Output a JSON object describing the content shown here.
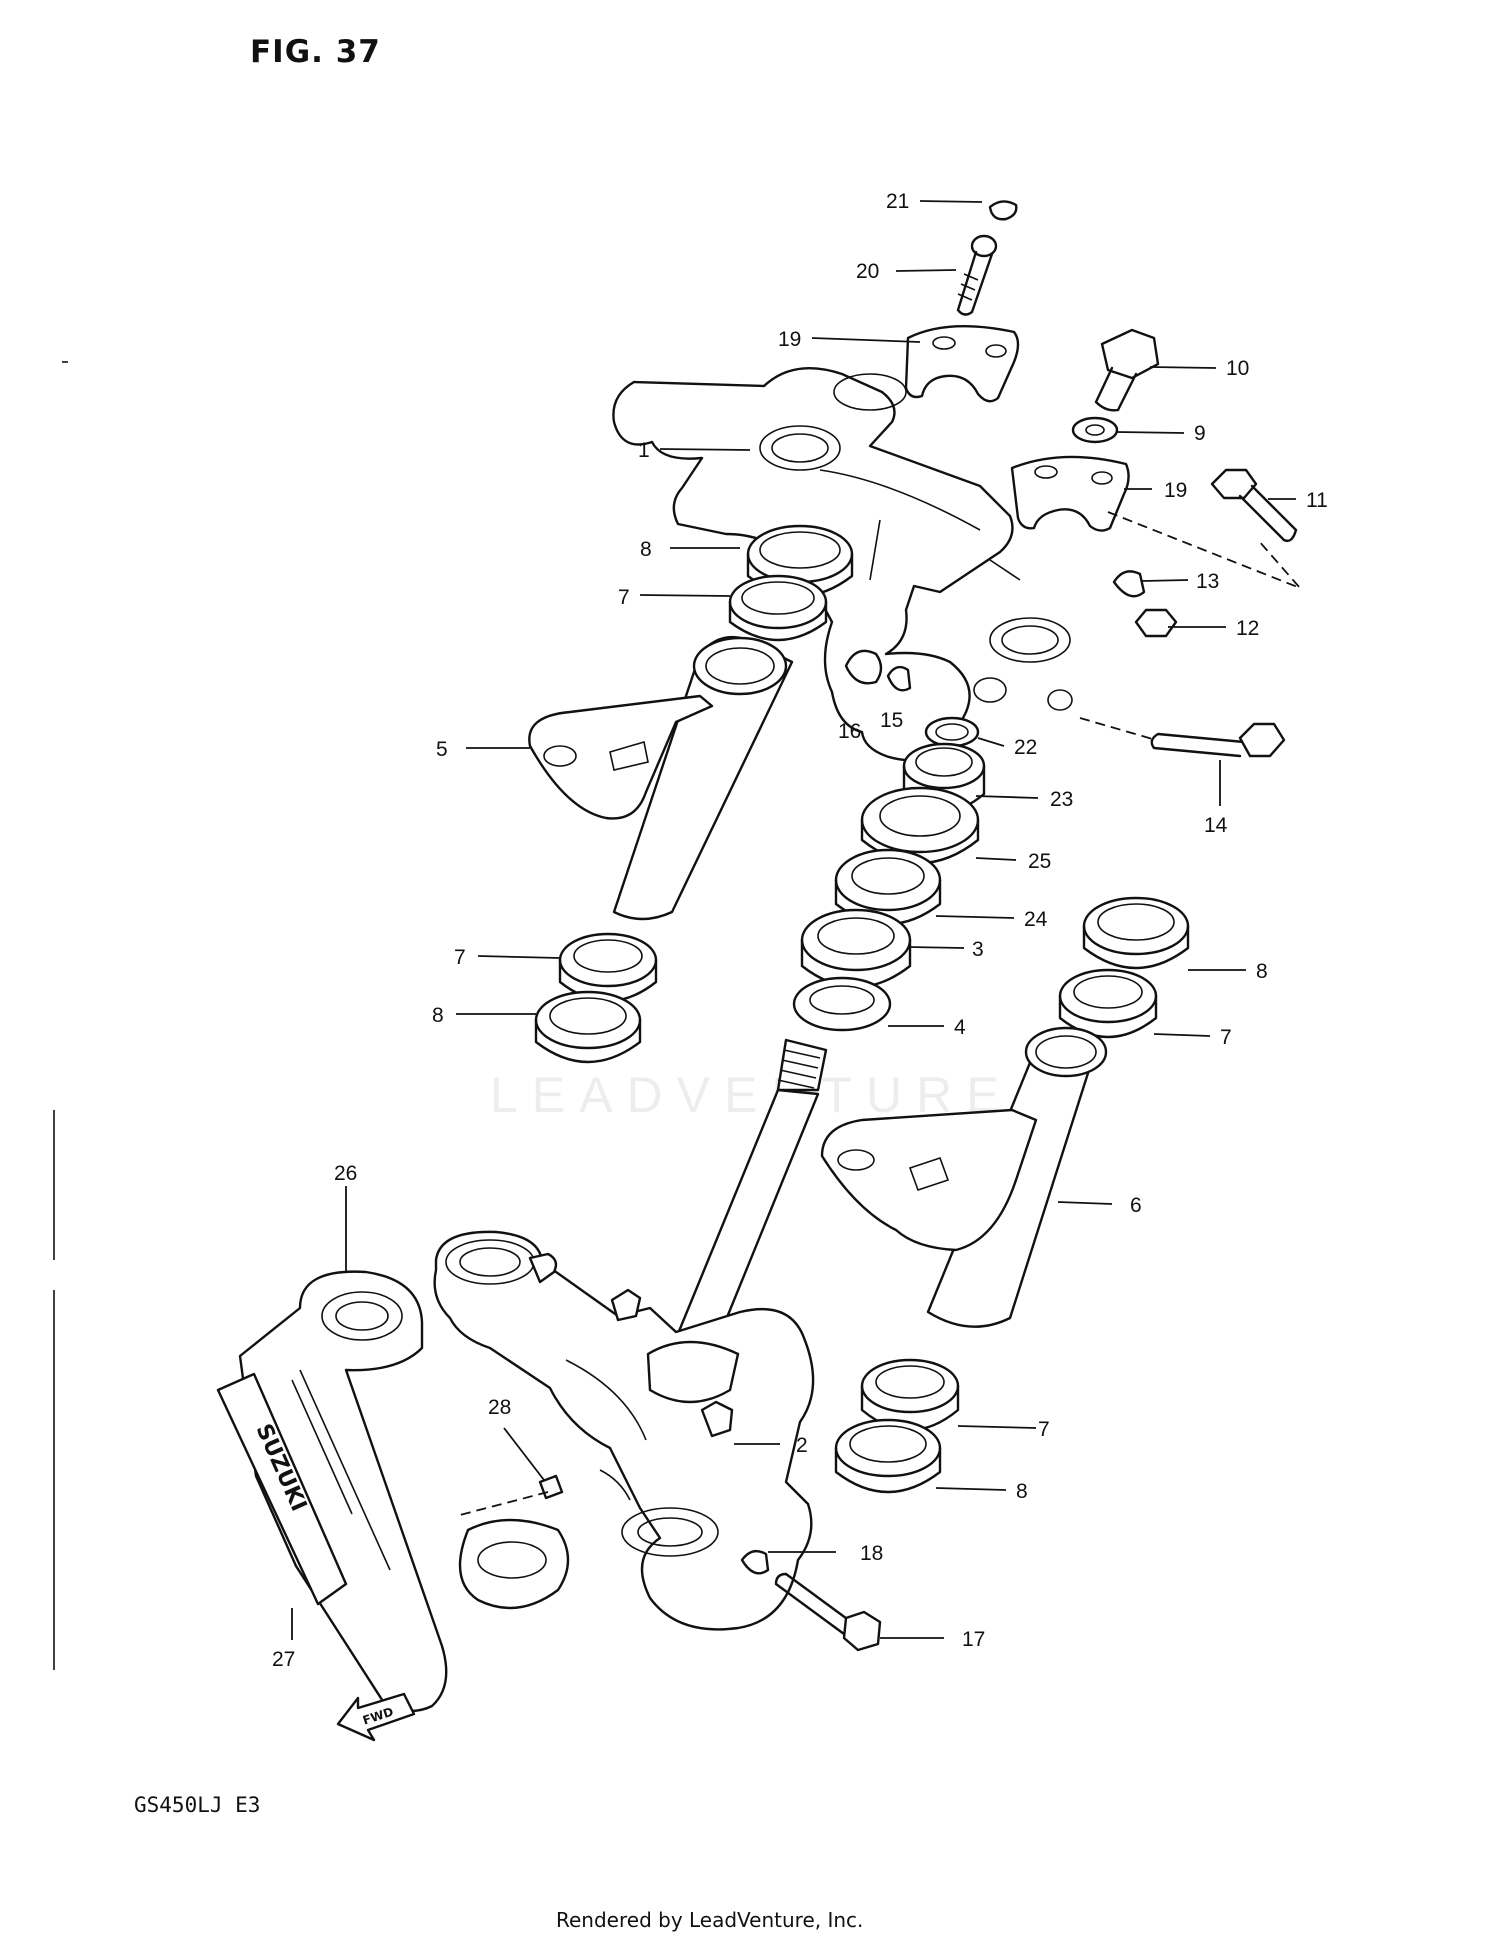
{
  "figure": {
    "title": "FIG. 37",
    "model_code": "GS450LJ  E3",
    "render_credit": "Rendered by LeadVenture, Inc.",
    "watermark": "LEADVENTURE",
    "fwd_label": "FWD",
    "emblem_text": "SUZUKI"
  },
  "callouts": [
    {
      "id": "c21a",
      "label": "21"
    },
    {
      "id": "c20a",
      "label": "20"
    },
    {
      "id": "c19a",
      "label": "19"
    },
    {
      "id": "c10a",
      "label": "10"
    },
    {
      "id": "c1a",
      "label": "1"
    },
    {
      "id": "c9a",
      "label": "9"
    },
    {
      "id": "c19b",
      "label": "19"
    },
    {
      "id": "c11a",
      "label": "11"
    },
    {
      "id": "c8a",
      "label": "8"
    },
    {
      "id": "c13a",
      "label": "13"
    },
    {
      "id": "c7a",
      "label": "7"
    },
    {
      "id": "c12a",
      "label": "12"
    },
    {
      "id": "c16a",
      "label": "16"
    },
    {
      "id": "c15a",
      "label": "15"
    },
    {
      "id": "c5a",
      "label": "5"
    },
    {
      "id": "c22a",
      "label": "22"
    },
    {
      "id": "c14a",
      "label": "14"
    },
    {
      "id": "c23a",
      "label": "23"
    },
    {
      "id": "c25a",
      "label": "25"
    },
    {
      "id": "c24a",
      "label": "24"
    },
    {
      "id": "c7b",
      "label": "7"
    },
    {
      "id": "c3a",
      "label": "3"
    },
    {
      "id": "c8b",
      "label": "8"
    },
    {
      "id": "c8c",
      "label": "8"
    },
    {
      "id": "c4a",
      "label": "4"
    },
    {
      "id": "c7c",
      "label": "7"
    },
    {
      "id": "c26a",
      "label": "26"
    },
    {
      "id": "c6a",
      "label": "6"
    },
    {
      "id": "c28a",
      "label": "28"
    },
    {
      "id": "c7d",
      "label": "7"
    },
    {
      "id": "c2a",
      "label": "2"
    },
    {
      "id": "c8d",
      "label": "8"
    },
    {
      "id": "c18a",
      "label": "18"
    },
    {
      "id": "c17a",
      "label": "17"
    },
    {
      "id": "c27a",
      "label": "27"
    }
  ]
}
